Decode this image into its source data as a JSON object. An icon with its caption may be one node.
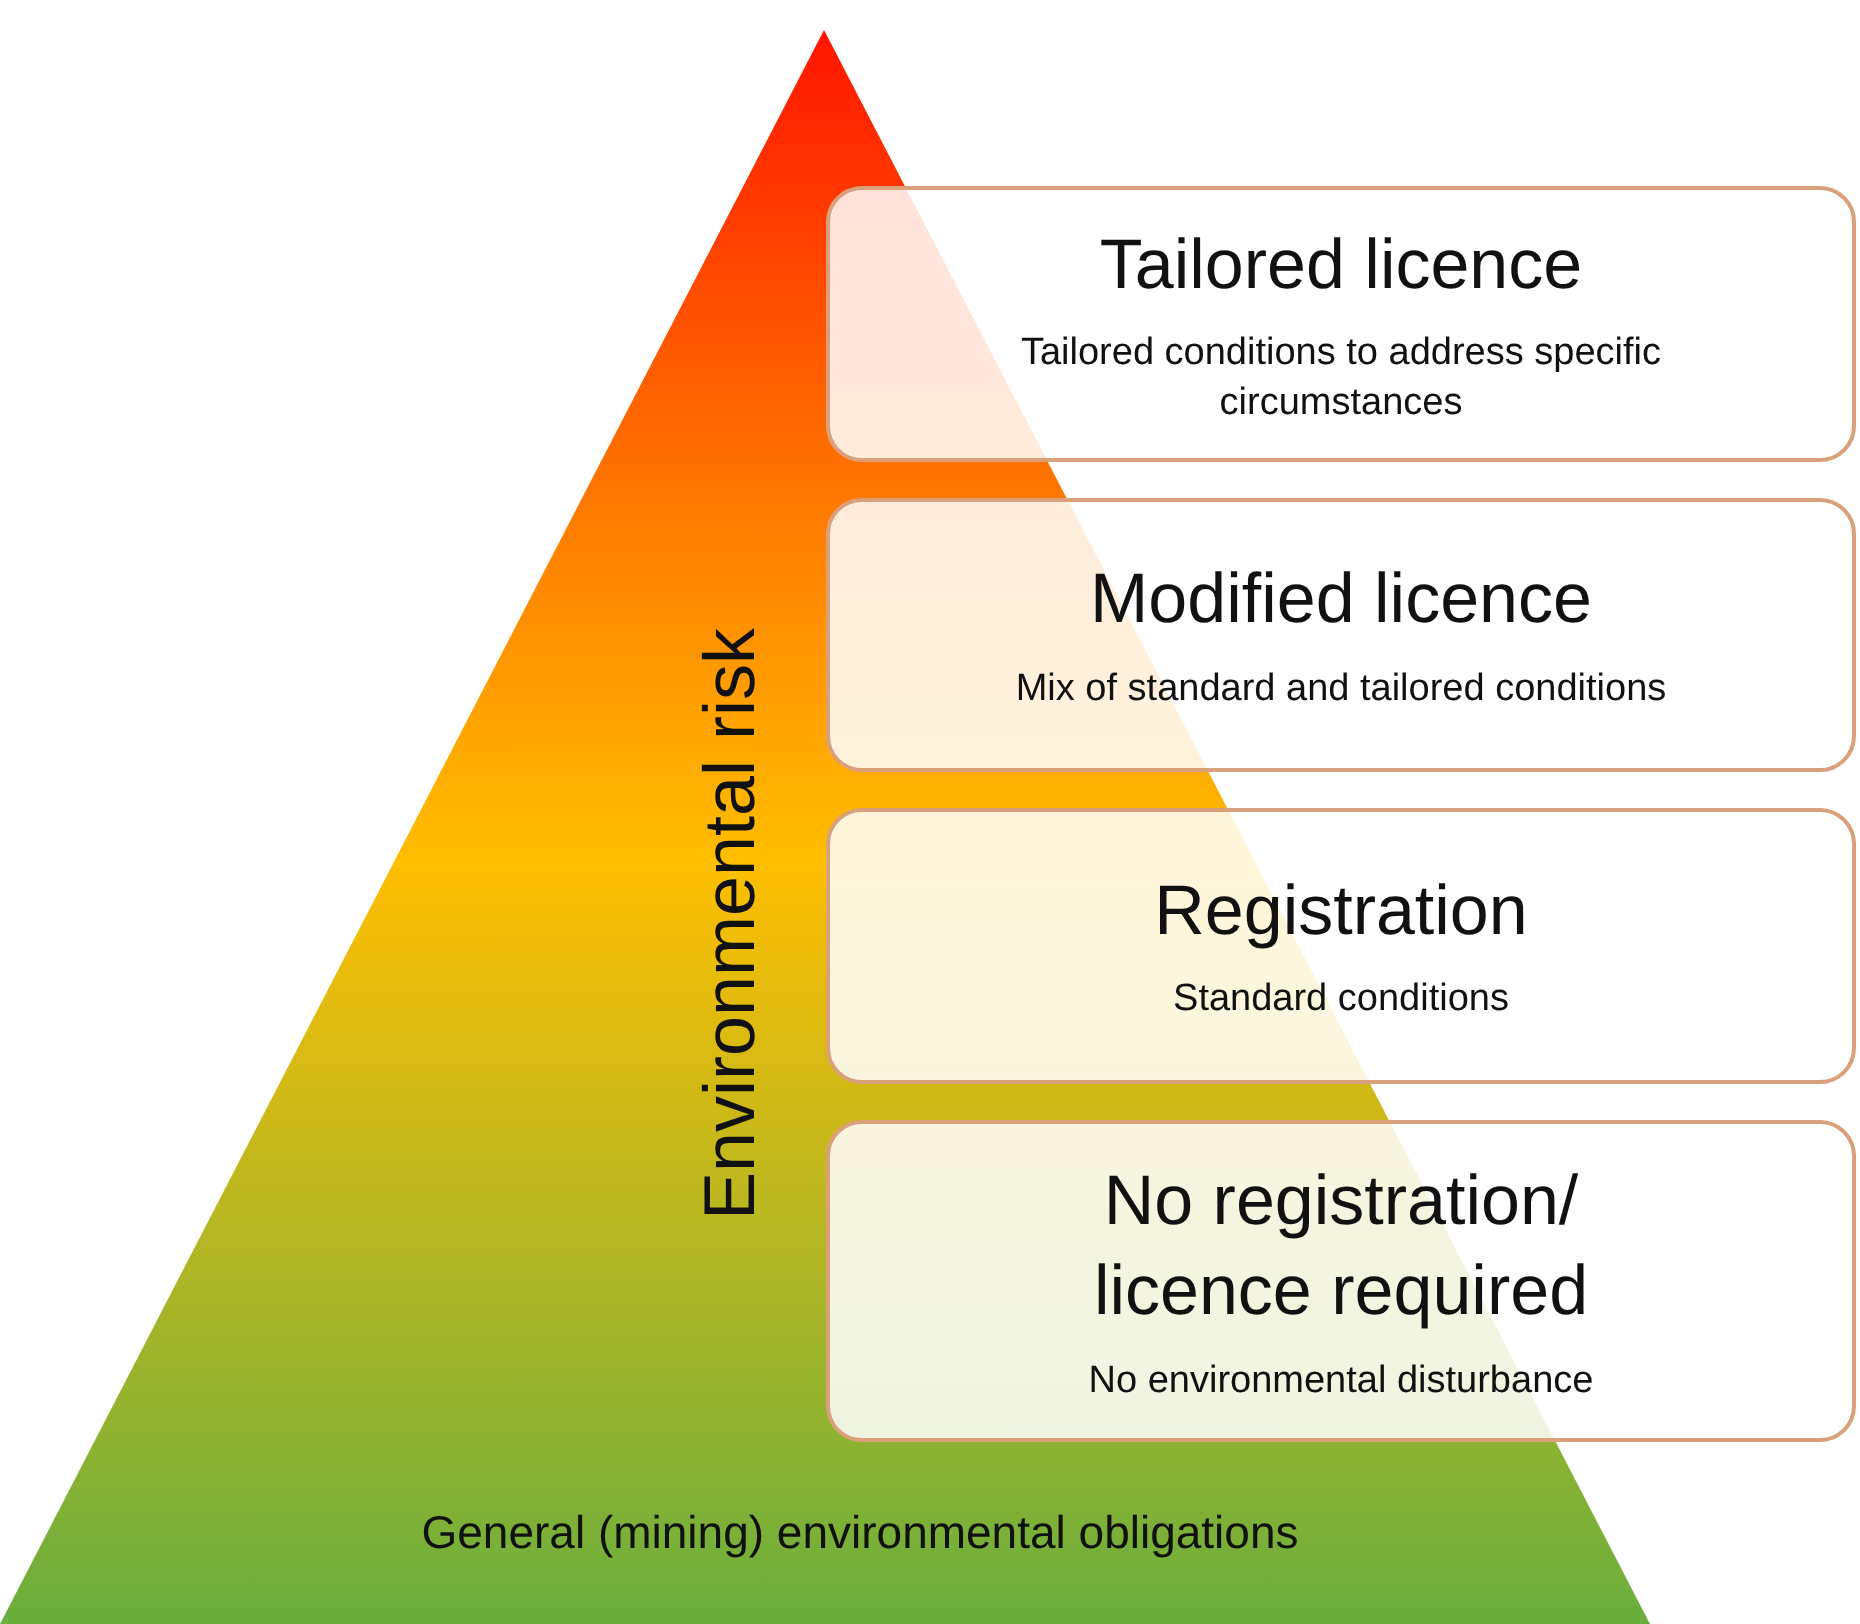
{
  "diagram": {
    "nodes": [
      {
        "text": [
          "Environmental risk",
          "General (mining) environmental obligations"
        ]
      },
      {
        "text": [
          "Tailored licence",
          "Tailored conditions to address specific circumstances"
        ]
      },
      {
        "text": [
          "Modified licence",
          "Mix of standard and tailored conditions"
        ]
      },
      {
        "text": [
          "Registration",
          "Standard conditions"
        ]
      },
      {
        "text": [
          "No registration/ licence required",
          "No environmental disturbance"
        ]
      }
    ]
  }
}
